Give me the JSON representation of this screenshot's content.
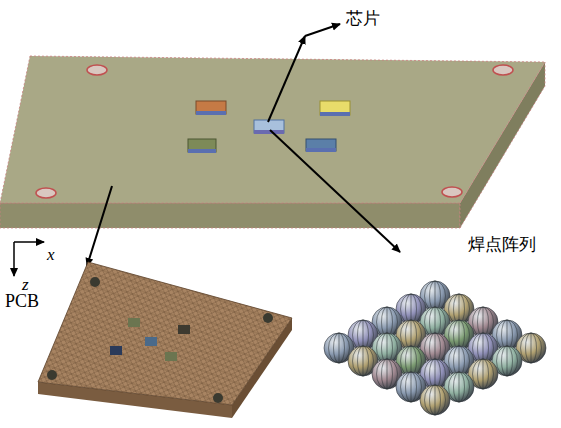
{
  "diagram": {
    "labels": [
      "芯片",
      "焊点阵列",
      "x",
      "z",
      "PCB"
    ]
  }
}
